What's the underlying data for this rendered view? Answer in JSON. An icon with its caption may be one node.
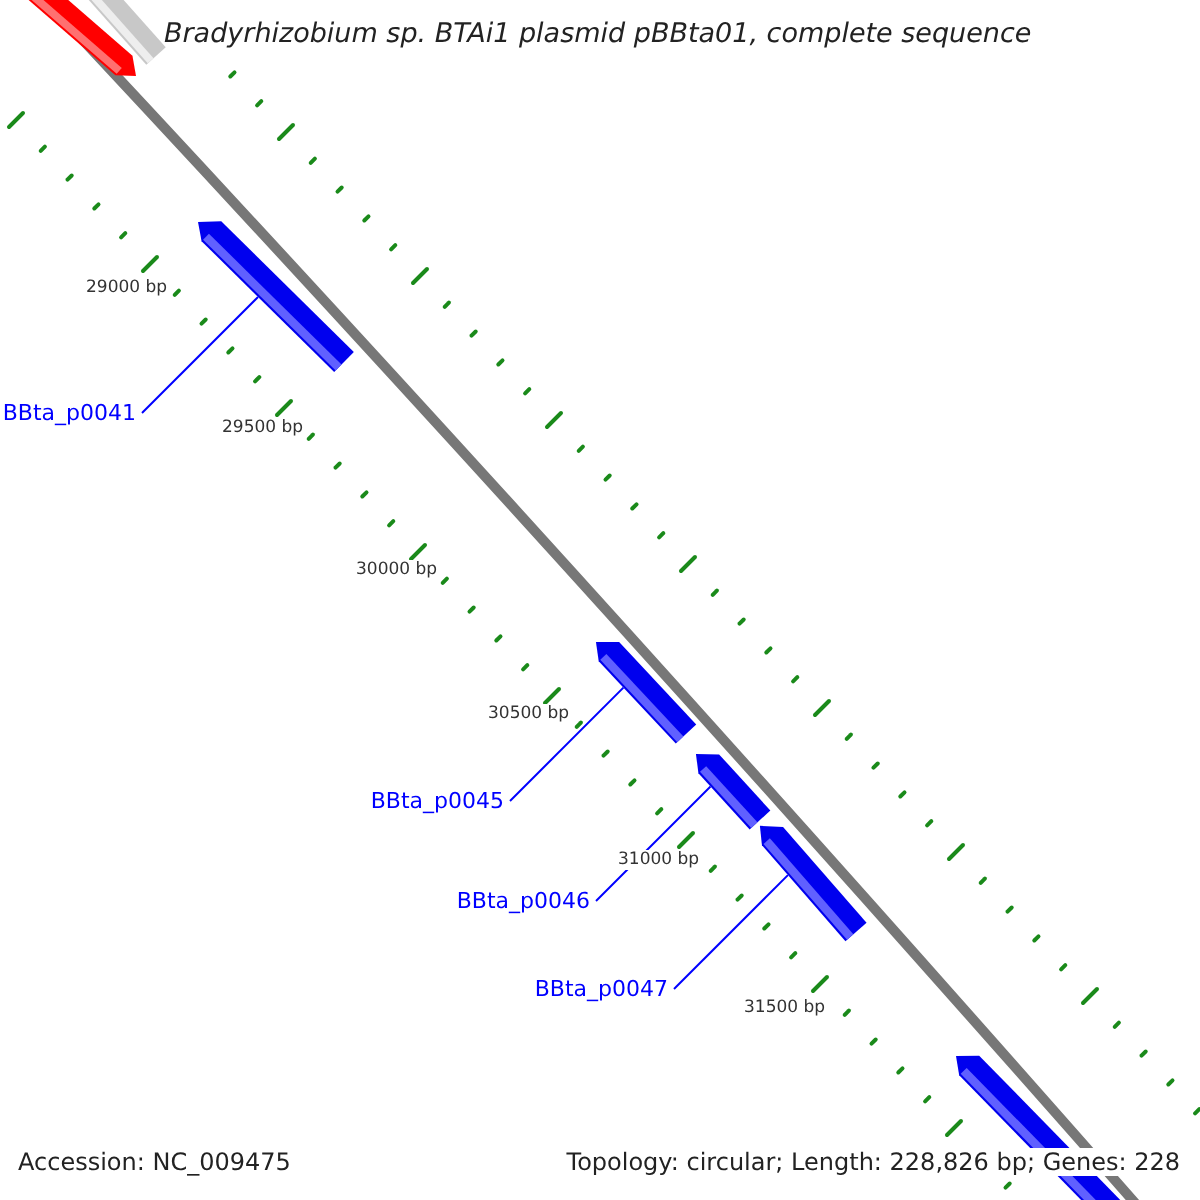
{
  "diagram": {
    "title": "Bradyrhizobium sp. BTAi1 plasmid pBBta01, complete sequence",
    "nodes": [
      {
        "text": [],
        "shape": "arrow"
      },
      {
        "text": [],
        "shape": "arrow"
      },
      {
        "text": [],
        "shape": "arrow"
      },
      {
        "text": [
          "BBta_p0041"
        ]
      },
      {
        "text": [],
        "shape": "arrow"
      },
      {
        "text": [
          "BBta_p0045"
        ]
      },
      {
        "text": [],
        "shape": "arrow"
      },
      {
        "text": [
          "BBta_p0046"
        ]
      },
      {
        "text": [],
        "shape": "arrow"
      },
      {
        "text": [
          "BBta_p0047"
        ]
      },
      {
        "text": [],
        "shape": "arrow"
      }
    ],
    "edges": [
      {
        "from": 3,
        "to": 2,
        "arrow": "none"
      },
      {
        "from": 5,
        "to": 4,
        "arrow": "none"
      },
      {
        "from": 7,
        "to": 6,
        "arrow": "none"
      },
      {
        "from": 9,
        "to": 8,
        "arrow": "none"
      }
    ],
    "labels": [
      "29000 bp",
      "29500 bp",
      "30000 bp",
      "30500 bp",
      "31000 bp",
      "31500 bp",
      "Accession: NC_009475",
      "Topology: circular; Length: 228,826 bp; Genes: 228"
    ]
  }
}
